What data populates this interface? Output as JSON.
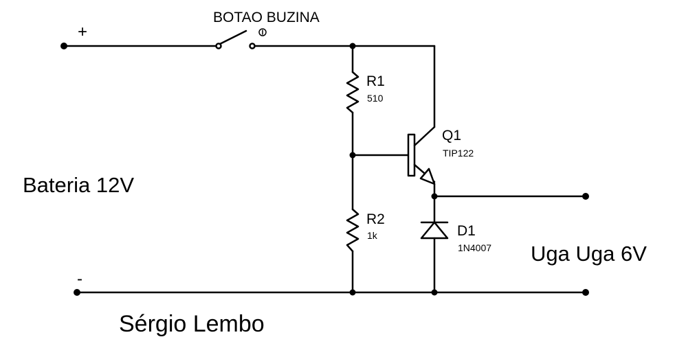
{
  "switch": {
    "label": "BOTAO BUZINA"
  },
  "battery": {
    "plus": "+",
    "minus": "-",
    "label": "Bateria 12V"
  },
  "r1": {
    "name": "R1",
    "value": "510"
  },
  "r2": {
    "name": "R2",
    "value": "1k"
  },
  "q1": {
    "name": "Q1",
    "part": "TIP122"
  },
  "d1": {
    "name": "D1",
    "part": "1N4007"
  },
  "output": {
    "label": "Uga Uga 6V"
  },
  "author": {
    "name": "Sérgio Lembo"
  },
  "colors": {
    "ink": "#000000",
    "background": "#ffffff"
  }
}
